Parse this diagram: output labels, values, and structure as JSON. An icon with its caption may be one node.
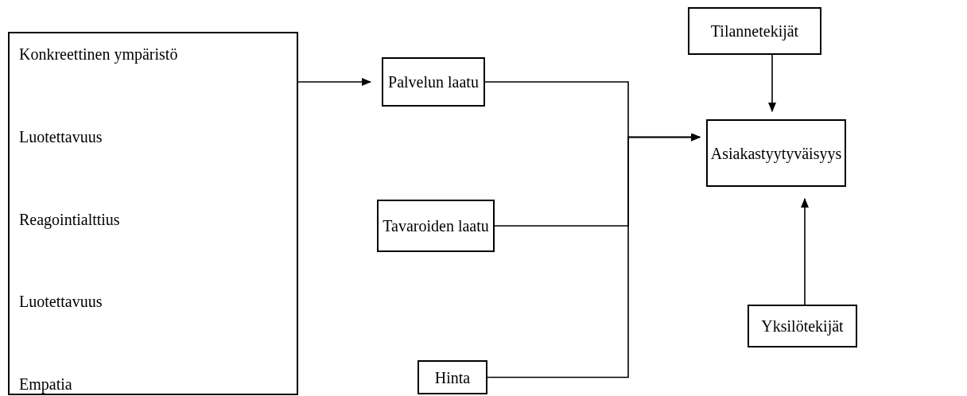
{
  "diagram": {
    "nodes": [
      {
        "text": [
          "Konkreettinen ympäristö",
          "Luotettavuus",
          "Reagointialttius",
          "Luotettavuus",
          "Empatia"
        ]
      },
      {
        "text": [
          "Palvelun laatu"
        ]
      },
      {
        "text": [
          "Tavaroiden laatu"
        ]
      },
      {
        "text": [
          "Hinta"
        ]
      },
      {
        "text": [
          "Tilannetekijät"
        ]
      },
      {
        "text": [
          "Asiakastyytyväisyys"
        ]
      },
      {
        "text": [
          "Yksilötekijät"
        ]
      }
    ],
    "edges": [
      {
        "from": 0,
        "to": 1,
        "arrow": "to"
      },
      {
        "from": 1,
        "to": 5,
        "arrow": "to"
      },
      {
        "from": 2,
        "to": 5,
        "arrow": "to"
      },
      {
        "from": 3,
        "to": 5,
        "arrow": "to"
      },
      {
        "from": 4,
        "to": 5,
        "arrow": "to"
      },
      {
        "from": 6,
        "to": 5,
        "arrow": "to"
      }
    ]
  }
}
